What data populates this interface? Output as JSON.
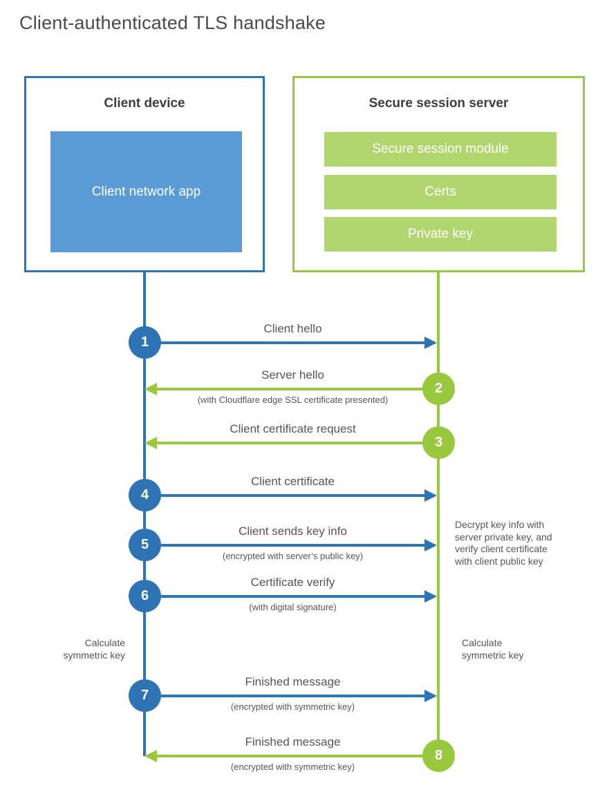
{
  "title": "Client-authenticated TLS handshake",
  "colors": {
    "blue": "#2e74b5",
    "blue_fill": "#5b9bd5",
    "green": "#97c83d",
    "green_fill": "#b1d56f"
  },
  "client_box": {
    "title": "Client device",
    "app_label": "Client network app"
  },
  "server_box": {
    "title": "Secure session server",
    "modules": [
      "Secure session module",
      "Certs",
      "Private key"
    ]
  },
  "steps": [
    {
      "num": "1",
      "from": "client",
      "to": "server",
      "label": "Client hello",
      "sub": ""
    },
    {
      "num": "2",
      "from": "server",
      "to": "client",
      "label": "Server hello",
      "sub": "(with Cloudflare edge SSL certificate presented)"
    },
    {
      "num": "3",
      "from": "server",
      "to": "client",
      "label": "Client certificate request",
      "sub": ""
    },
    {
      "num": "4",
      "from": "client",
      "to": "server",
      "label": "Client certificate",
      "sub": ""
    },
    {
      "num": "5",
      "from": "client",
      "to": "server",
      "label": "Client sends key info",
      "sub": "(encrypted with server’s public key)"
    },
    {
      "num": "6",
      "from": "client",
      "to": "server",
      "label": "Certificate verify",
      "sub": "(with digital signature)"
    },
    {
      "num": "7",
      "from": "client",
      "to": "server",
      "label": "Finished message",
      "sub": "(encrypted with symmetric key)"
    },
    {
      "num": "8",
      "from": "server",
      "to": "client",
      "label": "Finished message",
      "sub": "(encrypted with symmetric key)"
    }
  ],
  "annotations": {
    "decrypt_note": "Decrypt key info with\nserver private key, and\nverify client certificate\nwith client public key",
    "calc_left": "Calculate\nsymmetric key",
    "calc_right": "Calculate\nsymmetric key"
  }
}
